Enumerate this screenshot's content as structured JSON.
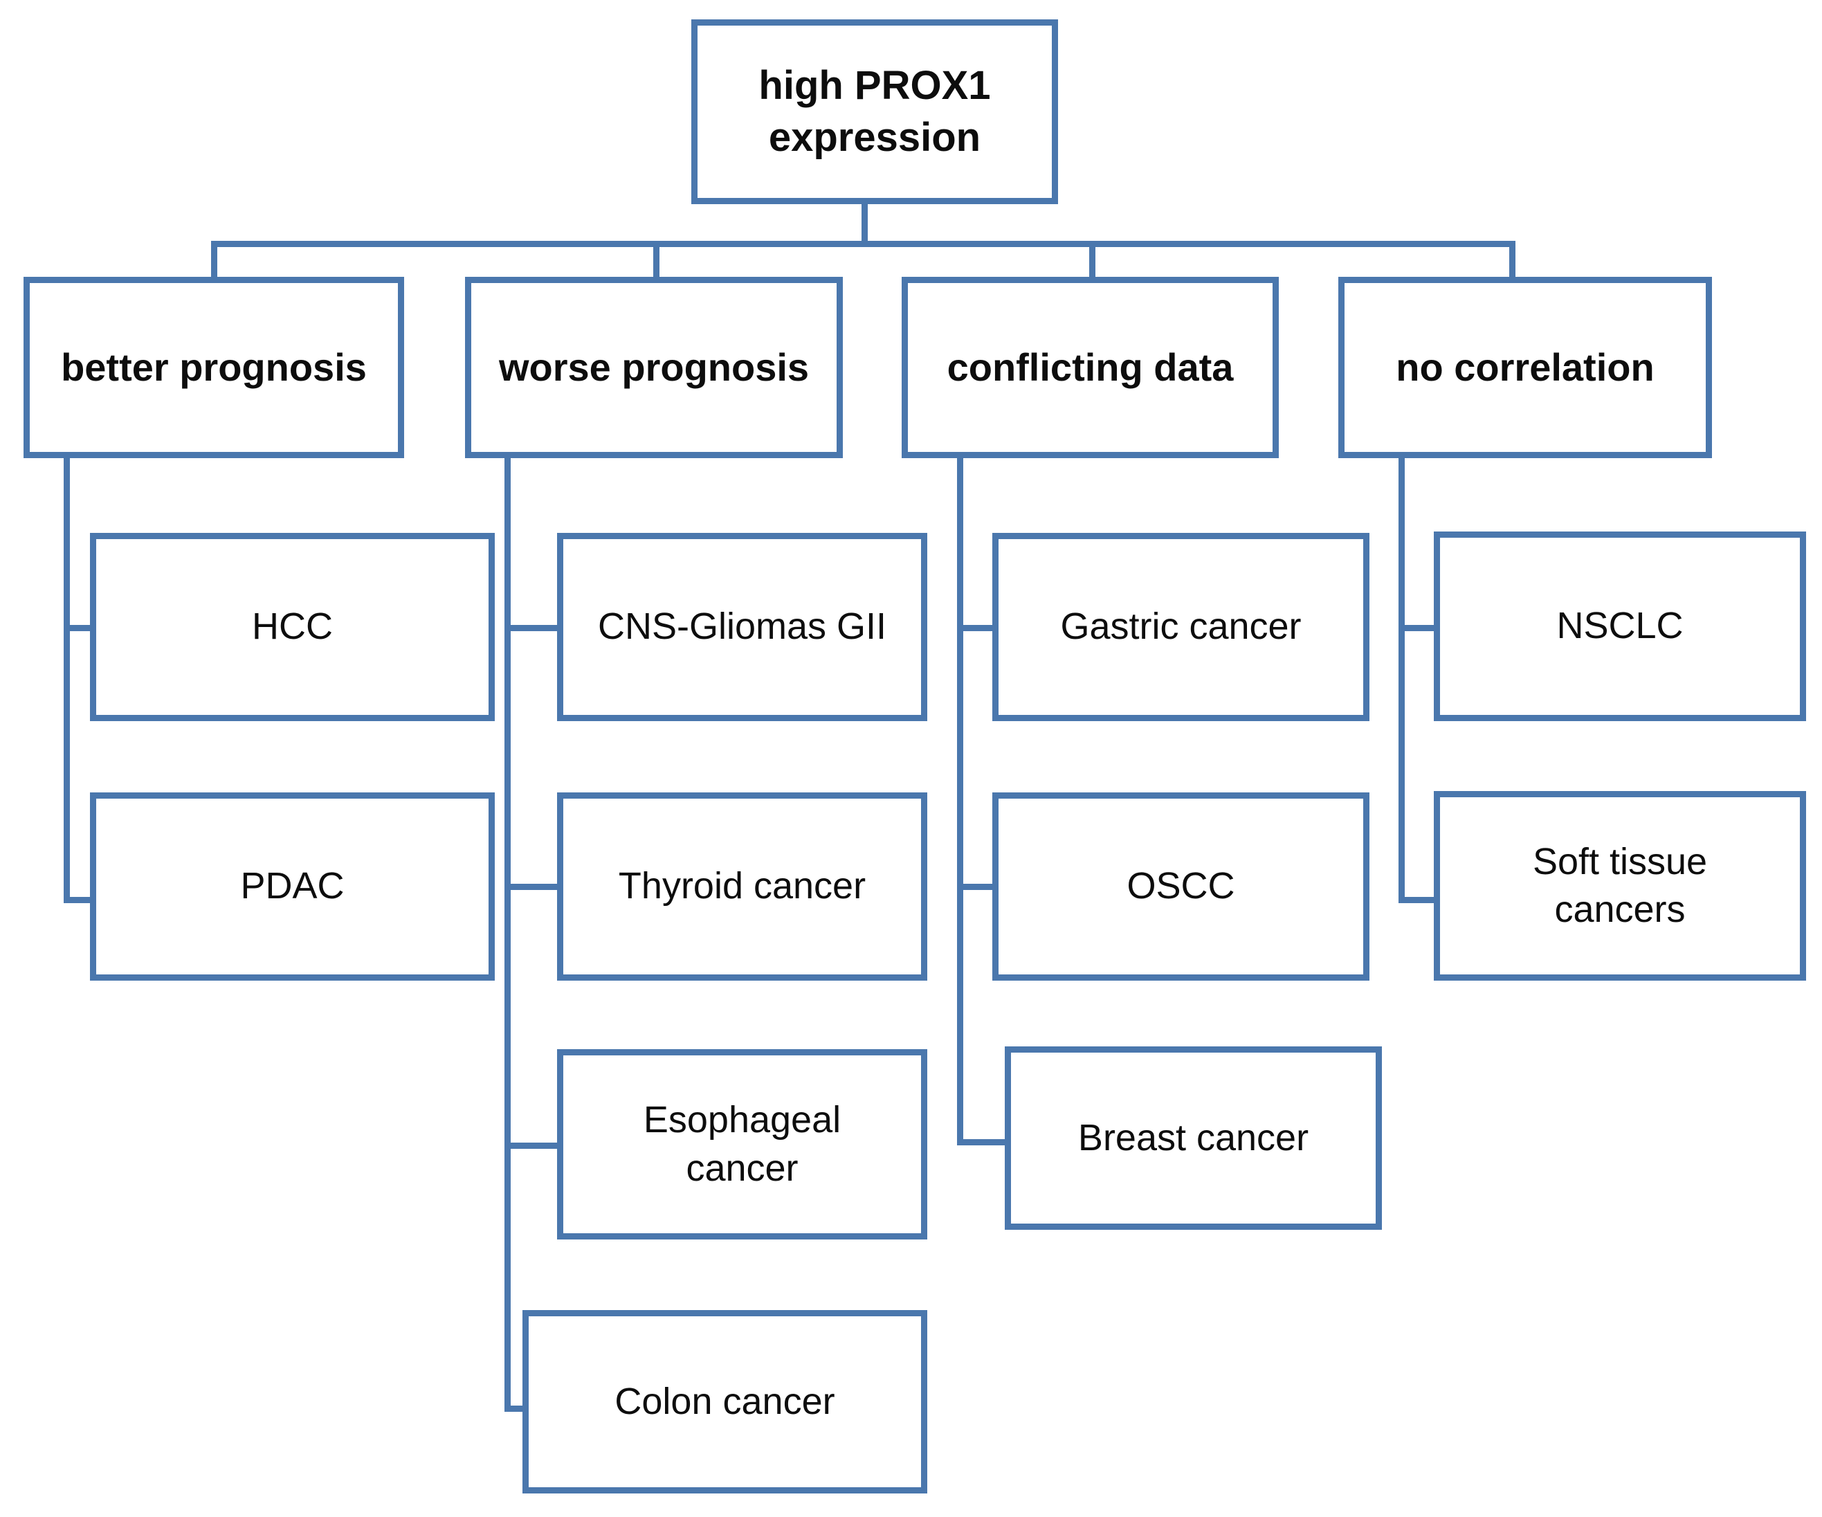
{
  "diagram": {
    "title_node": {
      "label": "high PROX1\nexpression"
    },
    "accent_color": "#4a77ad",
    "text_color": "#0d0d0d",
    "background_color": "#ffffff",
    "categories": [
      {
        "id": "better-prognosis",
        "label": "better prognosis",
        "children": [
          {
            "id": "hcc",
            "label": "HCC"
          },
          {
            "id": "pdac",
            "label": "PDAC"
          }
        ]
      },
      {
        "id": "worse-prognosis",
        "label": "worse prognosis",
        "children": [
          {
            "id": "cns-gliomas-gii",
            "label": "CNS-Gliomas GII"
          },
          {
            "id": "thyroid-cancer",
            "label": "Thyroid cancer"
          },
          {
            "id": "esophageal-cancer",
            "label": "Esophageal\ncancer"
          },
          {
            "id": "colon-cancer",
            "label": "Colon cancer"
          }
        ]
      },
      {
        "id": "conflicting-data",
        "label": "conflicting  data",
        "children": [
          {
            "id": "gastric-cancer",
            "label": "Gastric cancer"
          },
          {
            "id": "oscc",
            "label": "OSCC"
          },
          {
            "id": "breast-cancer",
            "label": "Breast cancer"
          }
        ]
      },
      {
        "id": "no-correlation",
        "label": "no correlation",
        "children": [
          {
            "id": "nsclc",
            "label": "NSCLC"
          },
          {
            "id": "soft-tissue-cancers",
            "label": "Soft tissue\ncancers"
          }
        ]
      }
    ]
  }
}
